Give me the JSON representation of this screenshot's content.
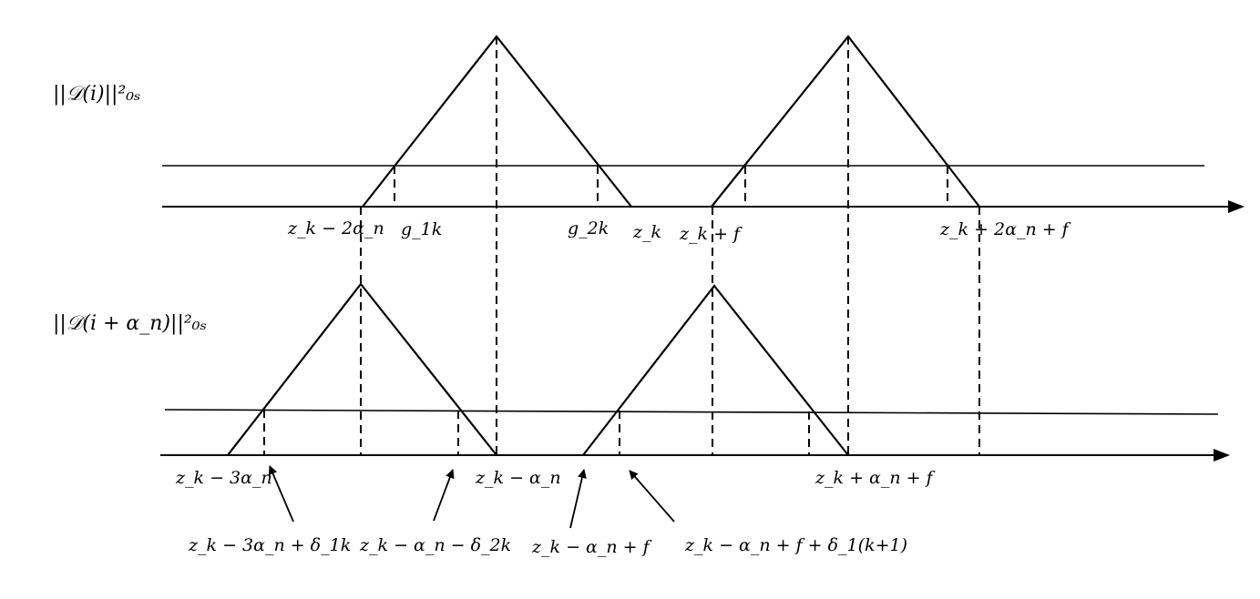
{
  "top_panel": {
    "ylabel": "||𝒟(i)||²₀ₛ",
    "x_labels": {
      "zk_minus_2an": "z_k − 2α_n",
      "g1k": "g_1k",
      "g2k": "g_2k",
      "zk": "z_k",
      "zk_plus_f": "z_k + f",
      "zk_plus_2an_plus_f": "z_k + 2α_n + f"
    }
  },
  "bottom_panel": {
    "ylabel": "||𝒟(i + α_n)||²₀ₛ",
    "x_labels": {
      "zk_minus_3an": "z_k − 3α_n",
      "zk_minus_an": "z_k − α_n",
      "zk_plus_an_plus_f": "z_k + α_n + f"
    },
    "callouts": {
      "zk_minus_3an_plus_d1k": "z_k − 3α_n + δ_1k",
      "zk_minus_an_minus_d2k": "z_k − α_n − δ_2k",
      "zk_minus_an_plus_f": "z_k − α_n + f",
      "zk_minus_an_plus_f_plus_d1k1": "z_k − α_n + f + δ_1(k+1)"
    }
  }
}
